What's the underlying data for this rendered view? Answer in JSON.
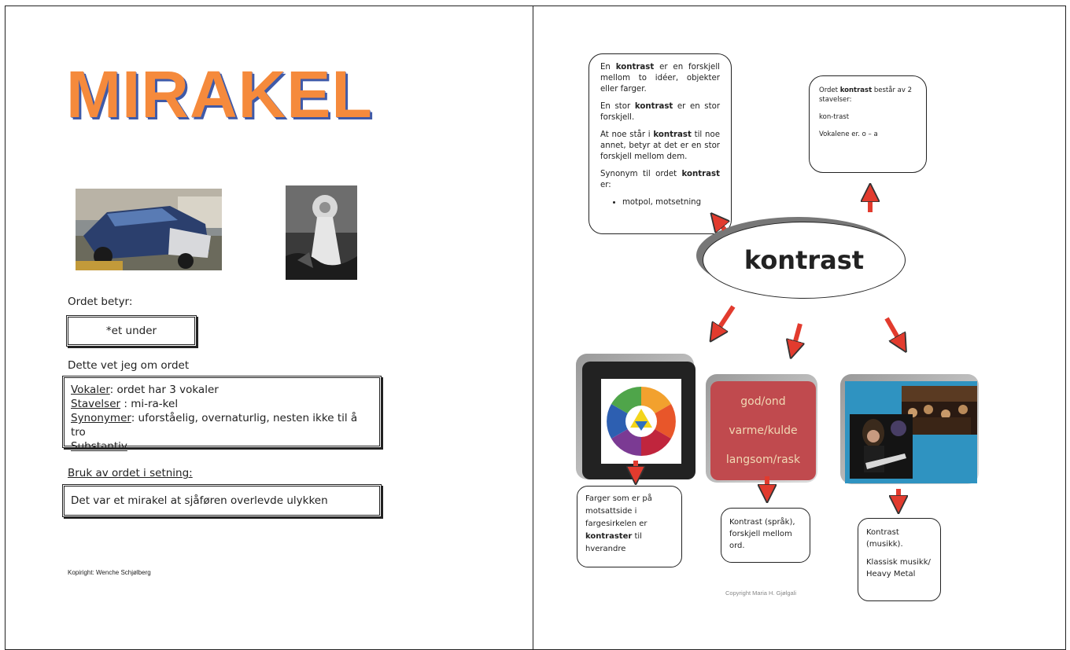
{
  "left": {
    "title": "MIRAKEL",
    "meaning_label": "Ordet betyr:",
    "meaning_value": "*et under",
    "facts_label": "Dette vet jeg  om ordet",
    "facts": {
      "vowels_key": "Vokaler",
      "vowels_val": ":  ordet har  3 vokaler",
      "syllables_key": "Stavelser",
      "syllables_val": " : mi-ra-kel",
      "synonyms_key": "Synonymer",
      "synonyms_val": ": uforståelig, overnaturlig, nesten ikke til å tro",
      "noun": "Substantiv"
    },
    "usage_label": "Bruk av ordet i setning:",
    "sentence": "Det var et mirakel at sjåføren overlevde ulykken",
    "copyright": "Kopiright: Wenche Schjølberg"
  },
  "right": {
    "definition": {
      "p1_a": "En ",
      "p1_b": "kontrast",
      "p1_c": " er en forskjell mellom to idéer, objekter eller farger.",
      "p2_a": "En stor ",
      "p2_b": "kontrast",
      "p2_c": " er en stor forskjell.",
      "p3_a": " At noe står i ",
      "p3_b": "kontrast",
      "p3_c": " til noe annet, betyr at det er en stor forskjell mellom dem.",
      "p4_a": "Synonym til ordet ",
      "p4_b": "kontrast",
      "p4_c": " er:",
      "bullet": "motpol, motsetning"
    },
    "syllables": {
      "l1_a": "Ordet ",
      "l1_b": "kontrast",
      "l1_c": " består av 2 stavelser:",
      "l2": "kon-trast",
      "l3": "Vokalene er. o – a"
    },
    "center_word": "kontrast",
    "word_pairs": [
      "god/ond",
      "varme/kulde",
      "langsom/rask"
    ],
    "caption_colors": {
      "a": "Farger som er på motsattside i fargesirkelen er ",
      "b": "kontraster",
      "c": " til hverandre"
    },
    "caption_language": "Kontrast (språk), forskjell mellom ord.",
    "caption_music_1": "Kontrast (musikk).",
    "caption_music_2": "Klassisk musikk/ Heavy Metal",
    "copyright": "Copyright Maria H. Gjølgali"
  },
  "colors": {
    "title_orange": "#f58a3c",
    "title_shadow": "#3f5aa8",
    "arrow_red": "#e23b2e",
    "word_card": "#c04a4e",
    "music_card": "#2f93c1"
  }
}
